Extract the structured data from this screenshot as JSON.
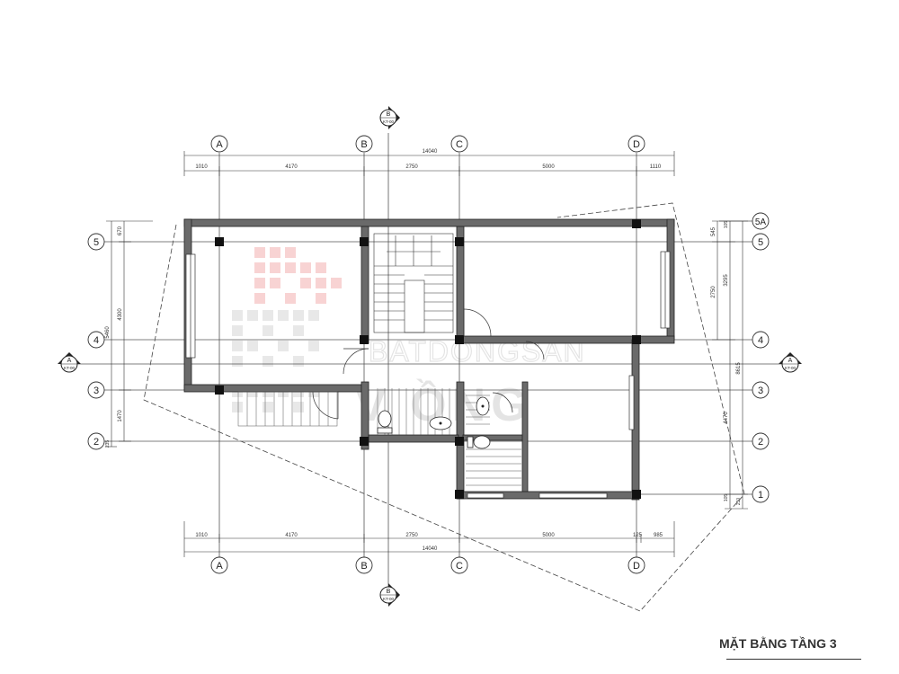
{
  "title": "MẶT BẰNG TẦNG 3",
  "grid_columns": [
    "A",
    "B",
    "C",
    "D"
  ],
  "grid_rows_left": [
    "5",
    "4",
    "3",
    "2"
  ],
  "grid_rows_right": [
    "5A",
    "5",
    "4",
    "3",
    "2",
    "1"
  ],
  "section_marks": {
    "top": {
      "letter": "B",
      "sheet": "KT-00"
    },
    "bottom": {
      "letter": "B",
      "sheet": "KT-00"
    },
    "left": {
      "letter": "A",
      "sheet": "KT-00"
    },
    "right": {
      "letter": "A",
      "sheet": "KT-00"
    }
  },
  "dims_top": {
    "total": "14040",
    "segments": [
      "1010",
      "4170",
      "2750",
      "5000",
      "1110"
    ]
  },
  "dims_bottom": {
    "total": "14040",
    "segments": [
      "1010",
      "4170",
      "2750",
      "5000",
      "125",
      "985"
    ]
  },
  "dims_left": {
    "outer": "5460",
    "inner": "4300",
    "segments": [
      "670",
      "1470",
      "235"
    ]
  },
  "dims_right": {
    "outer": "8615",
    "mid": "3295",
    "inner": "4470",
    "segments": [
      "545",
      "2750",
      "105",
      "105",
      "250",
      "250"
    ]
  },
  "watermark": {
    "line1": "BATDONGSAN",
    "line2": "V    ỒNG"
  },
  "colors": {
    "line": "#222222",
    "wall": "#555555",
    "watermark_red": "#e23b3b",
    "watermark_gray": "#9a9a9a"
  }
}
